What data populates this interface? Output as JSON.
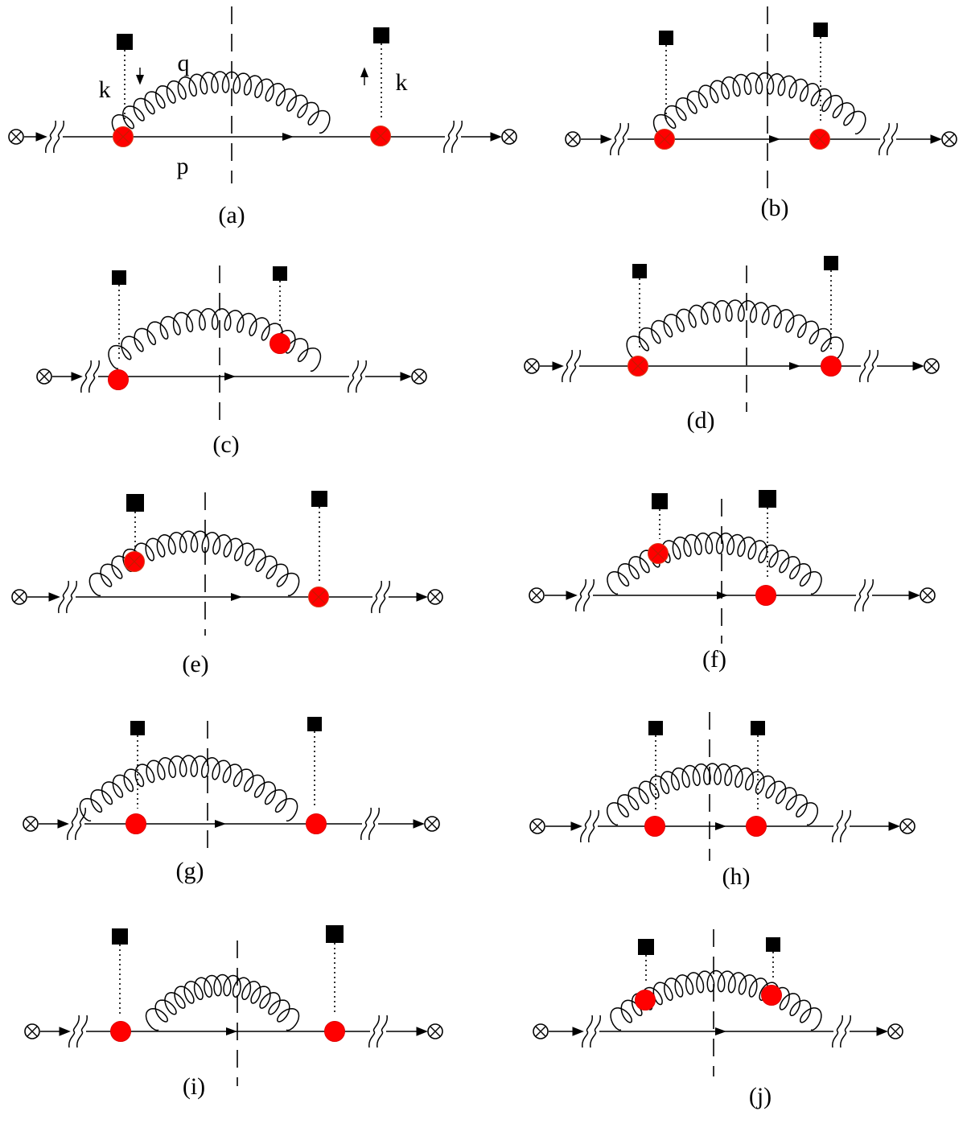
{
  "figure": {
    "panels": [
      {
        "id": "a",
        "caption": "(a)",
        "momentum_labels": {
          "k_left": "k",
          "q": "q",
          "p": "p",
          "k_right": "k"
        }
      },
      {
        "id": "b",
        "caption": "(b)"
      },
      {
        "id": "c",
        "caption": "(c)"
      },
      {
        "id": "d",
        "caption": "(d)"
      },
      {
        "id": "e",
        "caption": "(e)"
      },
      {
        "id": "f",
        "caption": "(f)"
      },
      {
        "id": "g",
        "caption": "(g)"
      },
      {
        "id": "h",
        "caption": "(h)"
      },
      {
        "id": "i",
        "caption": "(i)"
      },
      {
        "id": "j",
        "caption": "(j)"
      }
    ],
    "colors": {
      "vertex": "#ff0000",
      "vertex_cross": "#d93c1c",
      "line": "#000000"
    },
    "icons": {
      "source_vertex": "circle-times-icon",
      "external_source": "black-square-icon",
      "vertex": "red-dot-icon",
      "vertex_with_cross": "red-dot-cross-icon",
      "cut_marker": "double-slash-icon"
    }
  }
}
